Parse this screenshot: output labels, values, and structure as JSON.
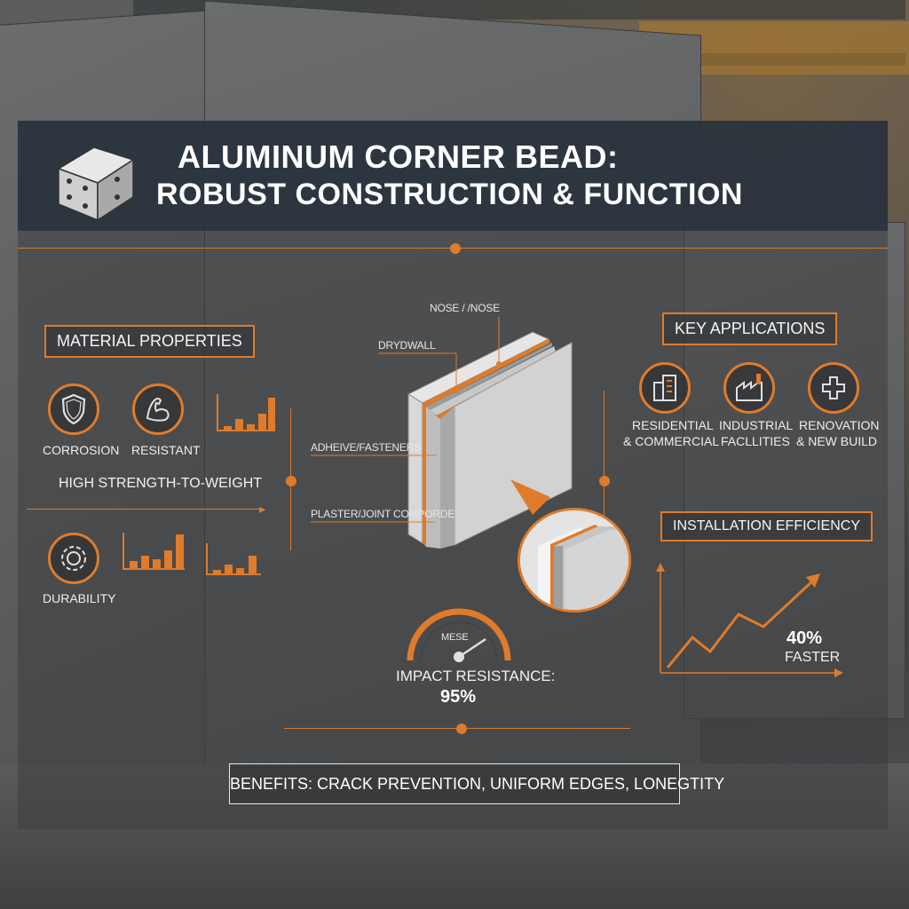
{
  "title": {
    "line1": "ALUMINUM CORNER BEAD:",
    "line2": "ROBUST CONSTRUCTION & FUNCTION"
  },
  "material_properties": {
    "heading": "MATERIAL PROPERTIES",
    "items": [
      {
        "label": "CORROSION",
        "icon": "shield-icon"
      },
      {
        "label": "RESISTANT",
        "icon": "flexed-arm-icon"
      }
    ],
    "strength_label": "HIGH STRENGTH-TO-WEIGHT",
    "durability_label": "DURABILITY",
    "durability_icon": "gear-icon"
  },
  "diagram": {
    "callouts": {
      "nose": "NOSE / /NOSE",
      "drywall": "DRYDWALL",
      "adhesive": "ADHEIVE/FASTENERS",
      "plaster": "PLASTER/JOINT COMPORDE"
    }
  },
  "gauge": {
    "dial_text": "MESE",
    "label": "IMPACT RESISTANCE:",
    "value": "95%"
  },
  "key_applications": {
    "heading": "KEY APPLICATIONS",
    "items": [
      {
        "line1": "RESIDENTIAL",
        "line2": "& COMMERCIAL",
        "icon": "buildings-icon"
      },
      {
        "line1": "INDUSTRIAL",
        "line2": "FACLLITIES",
        "icon": "factory-icon"
      },
      {
        "line1": "RENOVATION",
        "line2": "& NEW BUILD",
        "icon": "medical-cross-icon"
      }
    ]
  },
  "installation": {
    "heading": "INSTALLATION EFFICIENCY",
    "value": "40%",
    "value_label": "FASTER"
  },
  "benefits": "BENEFITS: CRACK PREVENTION, UNIFORM EDGES, LONEGTITY",
  "colors": {
    "accent": "#e07b2a",
    "title_bar": "#26303c"
  }
}
